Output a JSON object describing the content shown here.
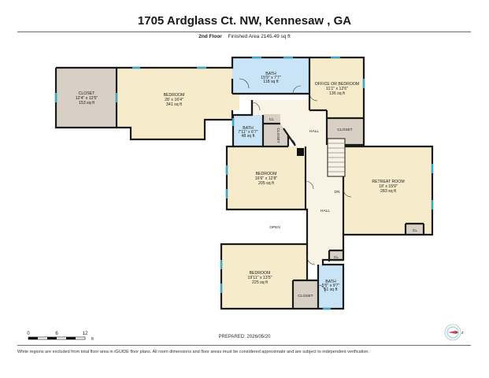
{
  "title": "1705 Ardglass Ct. NW, Kennesaw , GA",
  "floor": "2nd Floor",
  "finished_area": "Finished Area 2145.49 sq ft",
  "rooms": {
    "closet_big": {
      "name": "CLOSET",
      "dims": "12'4\" x 12'5\"",
      "area": "153 sq ft"
    },
    "bedroom_big": {
      "name": "BEDROOM",
      "dims": "28' x 16'4\"",
      "area": "341 sq ft"
    },
    "bath_top": {
      "name": "BATH",
      "dims": "15'9\" x 7'7\"",
      "area": "118 sq ft"
    },
    "office": {
      "name": "OFFICE OR BEDROOM",
      "dims": "11'1\" x 12'6\"",
      "area": "136 sq ft"
    },
    "bath_mid": {
      "name": "BATH",
      "dims": "7'11\" x 6'7\"",
      "area": "48 sq ft"
    },
    "bedroom_mid": {
      "name": "BEDROOM",
      "dims": "16'6\" x 12'8\"",
      "area": "205 sq ft"
    },
    "retreat": {
      "name": "RETREAT ROOM",
      "dims": "18' x 15'9\"",
      "area": "283 sq ft"
    },
    "bedroom_low": {
      "name": "BEDROOM",
      "dims": "19'11\" x 13'5\"",
      "area": "225 sq ft"
    },
    "bath_low": {
      "name": "BATH",
      "dims": "5'5\" x 9'7\"",
      "area": "51 sq ft"
    }
  },
  "labels": {
    "cl": "CL",
    "closet": "CLOSET",
    "hall": "HALL",
    "dn": "DN",
    "open": "OPEN"
  },
  "scale": {
    "t0": "0",
    "t1": "6",
    "t2": "12",
    "unit": "ft"
  },
  "prepared": "PREPARED: 2026/05/20",
  "disclaimer": "White regions are excluded from total floor area in iGUIDE floor plans. All room dimensions and floor areas must be considered approximate and are subject to independent verification.",
  "colors": {
    "bedroom": "#f6eccb",
    "bath": "#c9e4f6",
    "closet": "#d8d0c4",
    "hall": "#f9f3e6",
    "wall": "#1a1a1a",
    "window": "#3aa7c9"
  }
}
